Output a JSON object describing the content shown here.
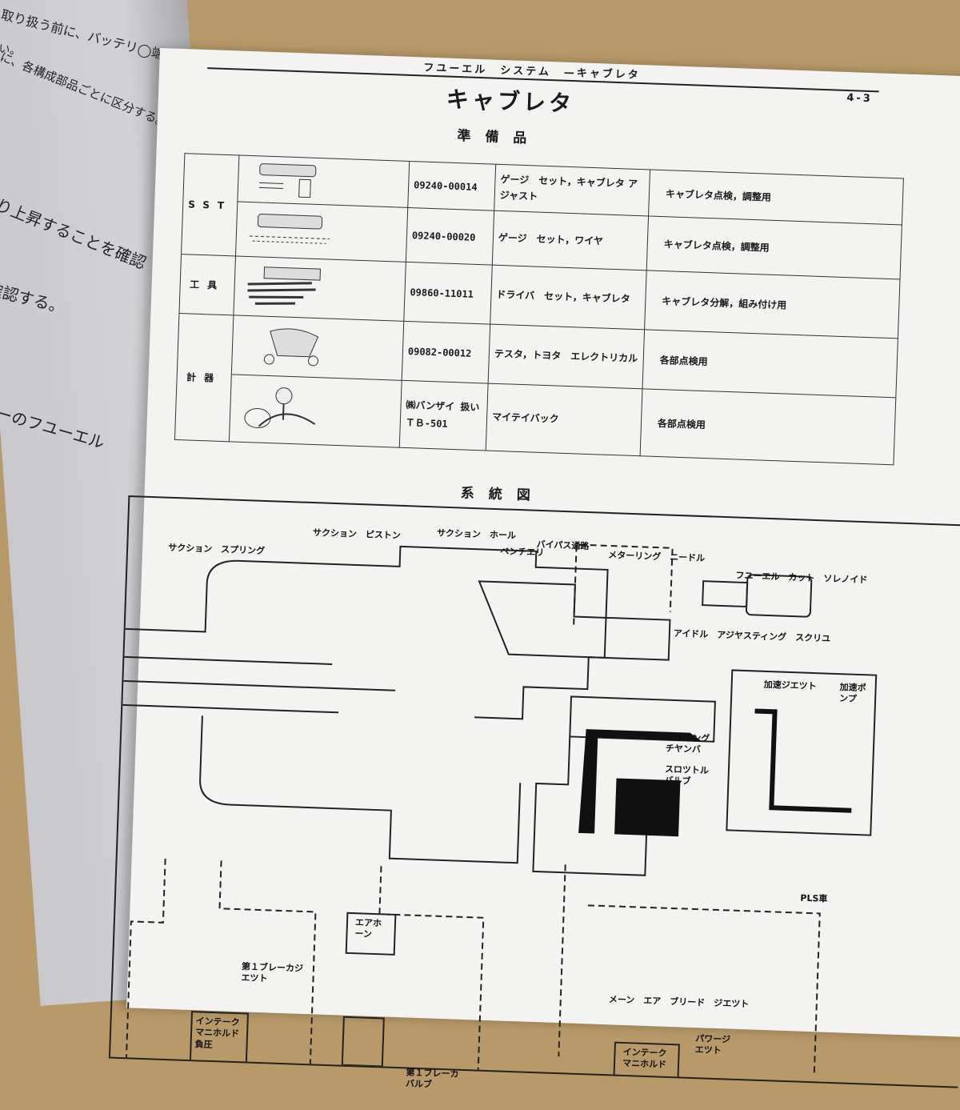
{
  "left_page": {
    "lines": [
      "取り扱う前に、バッテリ◯端子を",
      "い。",
      "に、各構成部品ごとに区分する。",
      "り上昇することを確認",
      "確認する。",
      "ーのフユーエル"
    ]
  },
  "right_page": {
    "running_header": "フユーエル　システム　—キャブレタ",
    "page_number": "4-3",
    "title": "キャブレタ",
    "section_tools": "準備品",
    "tools_table": {
      "rows": [
        {
          "category": "SST",
          "part_number": "09240-00014",
          "name": "ゲージ　セット，キャブレタ アジャスト",
          "use": "キャブレタ点検，調整用"
        },
        {
          "category": "",
          "part_number": "09240-00020",
          "name": "ゲージ　セット，ワイヤ",
          "use": "キャブレタ点検，調整用"
        },
        {
          "category": "工具",
          "part_number": "09860-11011",
          "name": "ドライバ　セット，キャブレタ",
          "use": "キャブレタ分解，組み付け用"
        },
        {
          "category": "",
          "part_number": "09082-00012",
          "name": "テスタ，トヨタ　エレクトリカル",
          "use": "各部点検用"
        },
        {
          "category": "計器",
          "part_number": "㈱バンザイ 扱い ＴＢ-501",
          "name": "マイテイバック",
          "use": "各部点検用"
        }
      ]
    },
    "section_diagram": "系統図",
    "diagram_labels": {
      "suction_spring": "サクション　スプリング",
      "suction_piston": "サクション　ピストン",
      "suction_hole": "サクション　ホール",
      "venturi": "ベンチエリ",
      "bypass": "バイパス通路",
      "metering_needle": "メターリング　ニードル",
      "fuel_cut_solenoid": "フユーエル　カット　ソレノイド",
      "idle_screw": "アイドル　アジヤスティング　スクリユ",
      "accel_jet": "加速ジエツト",
      "accel_pump": "加速ポンプ",
      "mixing_chamber": "ミキシングチヤンバ",
      "throttle_valve": "スロツトルバルブ",
      "air_horn": "エアホーン",
      "breaker_jet": "第１ブレーカジエツト",
      "intake_vacuum": "インテークマニホルド負圧",
      "breaker_valve": "第１ブレーカバルブ",
      "main_air_bleed": "メーン　エア　ブリード　ジエツト",
      "power_jet": "パワージエツト",
      "intake_manifold": "インテークマニホルド",
      "pls": "PLS車"
    }
  }
}
